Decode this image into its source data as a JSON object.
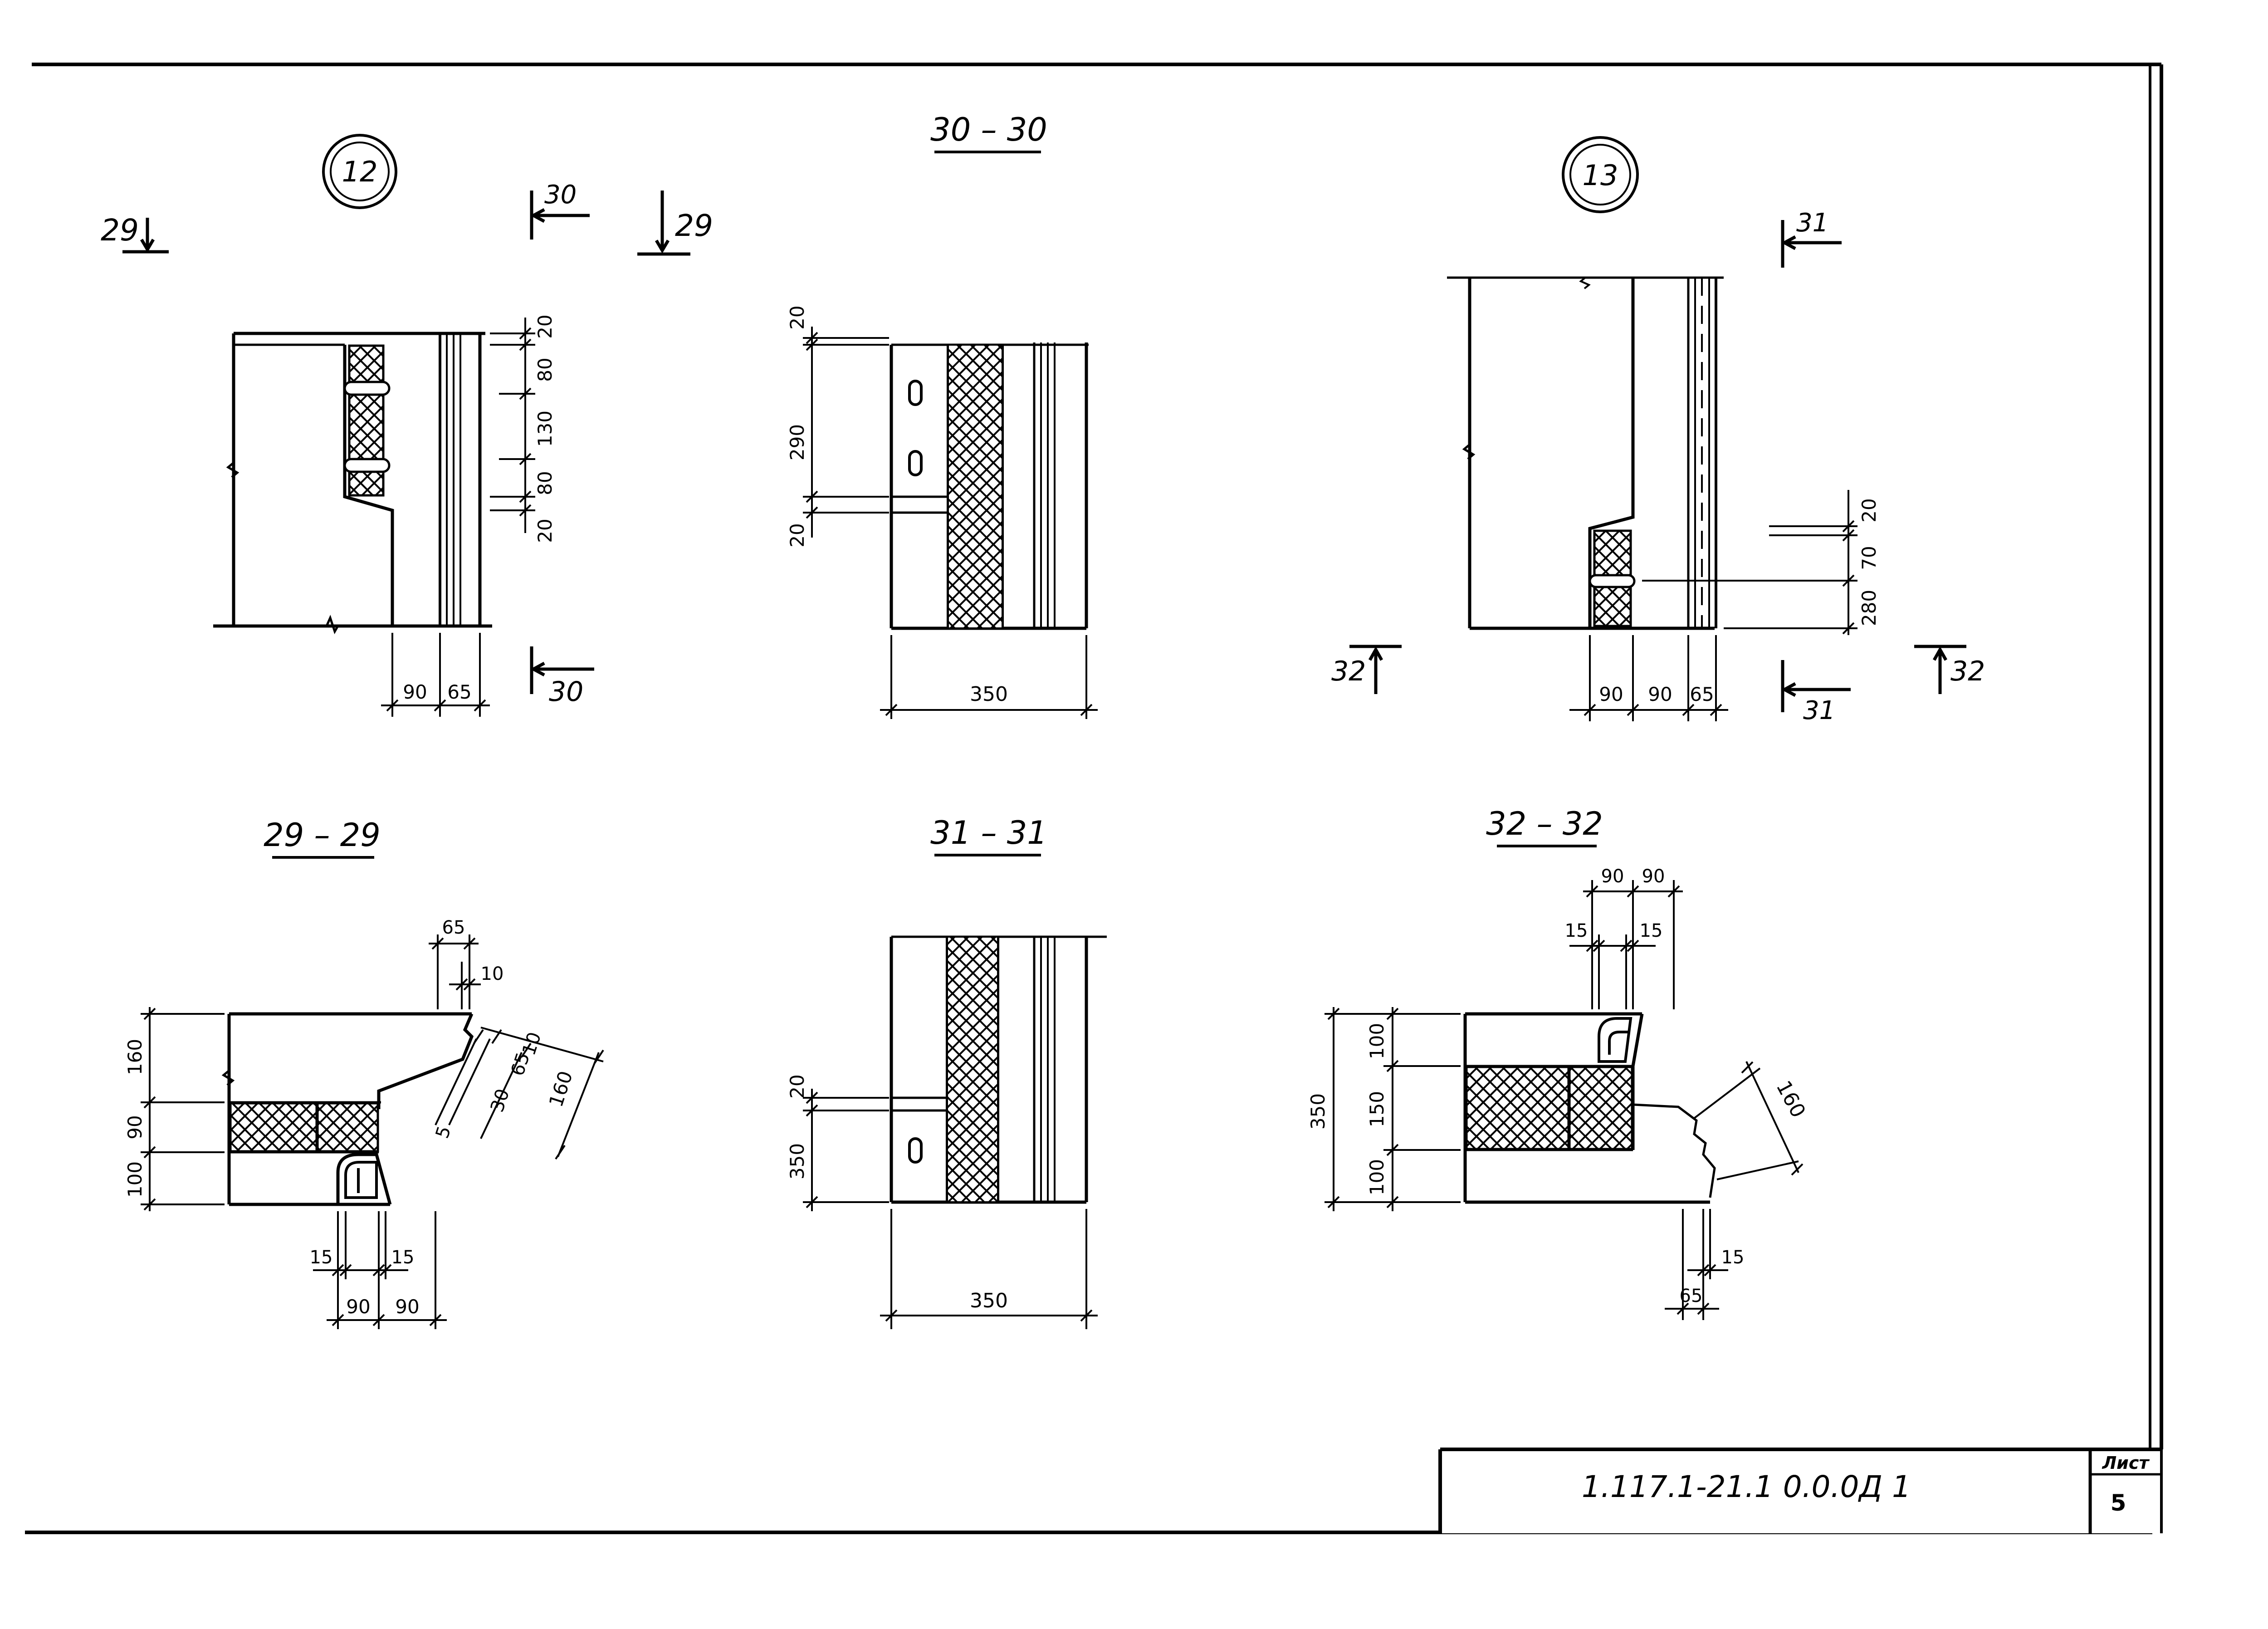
{
  "details": {
    "d12": "12",
    "d13": "13"
  },
  "section_titles": {
    "s30": "30 – 30",
    "s29": "29 – 29",
    "s31": "31 – 31",
    "s32": "32 – 32"
  },
  "cut_markers": {
    "m29_left": "29",
    "m29_right": "29",
    "m30_top": "30",
    "m30_bottom": "30",
    "m31_top": "31",
    "m31_bottom": "31",
    "m32_left": "32",
    "m32_right": "32"
  },
  "dims": {
    "d12_v": [
      "20",
      "80",
      "130",
      "80",
      "20"
    ],
    "d12_h": [
      "90",
      "65"
    ],
    "s30_v": [
      "20",
      "290",
      "20"
    ],
    "s30_h": "350",
    "d13_v": [
      "20",
      "70",
      "280"
    ],
    "d13_h": [
      "90",
      "90",
      "65"
    ],
    "s29_left": [
      "160",
      "90",
      "100"
    ],
    "s29_top": [
      "65",
      "10"
    ],
    "s29_diag": [
      "10",
      "65",
      "30",
      "5",
      "160"
    ],
    "s29_bottom": [
      "15",
      "15",
      "90",
      "90"
    ],
    "s31_v": [
      "20",
      "350"
    ],
    "s31_h": "350",
    "s32_left": [
      "100",
      "150",
      "100",
      "350"
    ],
    "s32_top": [
      "90",
      "90",
      "15",
      "15"
    ],
    "s32_diag": "160",
    "s32_bottom": [
      "15",
      "65"
    ]
  },
  "title_block": {
    "doc_code": "1.117.1-21.1  0.0.0Д 1",
    "sheet_label": "Лист",
    "sheet_no": "5"
  }
}
